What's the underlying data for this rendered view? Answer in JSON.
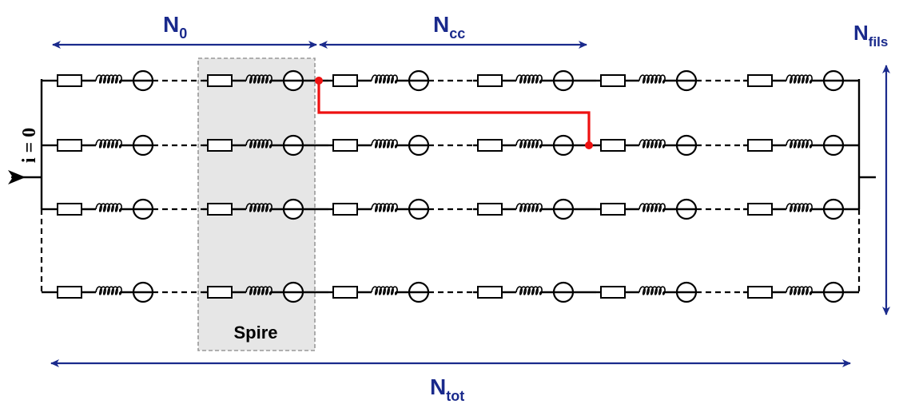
{
  "labels": {
    "n0_main": "N",
    "n0_sub": "0",
    "ncc_main": "N",
    "ncc_sub": "cc",
    "nfils_main": "N",
    "nfils_sub": "fils",
    "ntot_main": "N",
    "ntot_sub": "tot",
    "current": "i = 0",
    "spire": "Spire"
  },
  "colors": {
    "label_blue": "#1a2a8c",
    "short_circuit_red": "#ee1111",
    "spire_fill": "#e6e6e6",
    "spire_border": "#999999"
  },
  "structure": {
    "parallel_wires_drawn": 4,
    "cells_per_wire": 6,
    "gap_after_cell": [
      0,
      2,
      4
    ]
  }
}
